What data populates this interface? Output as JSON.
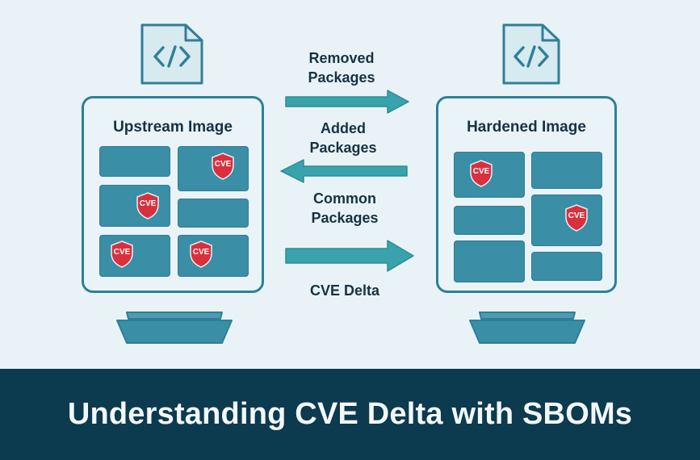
{
  "left_panel": {
    "title": "Upstream Image",
    "cve_badges": [
      "CVE",
      "CVE",
      "CVE",
      "CVE"
    ]
  },
  "right_panel": {
    "title": "Hardened Image",
    "cve_badges": [
      "CVE",
      "CVE"
    ]
  },
  "flows": {
    "removed": [
      "Removed",
      "Packages"
    ],
    "added": [
      "Added",
      "Packages"
    ],
    "common": [
      "Common",
      "Packages"
    ],
    "delta": "CVE Delta"
  },
  "footer": {
    "title": "Understanding CVE Delta with SBOMs"
  },
  "icons": {
    "document": "code-document-icon",
    "badge": "cve-shield-icon",
    "tray": "tray-icon"
  },
  "colors": {
    "accent": "#3a8ea6",
    "arrow": "#38a3ac",
    "cve_red": "#d9303e",
    "footer_bg": "#0c3a4f"
  }
}
